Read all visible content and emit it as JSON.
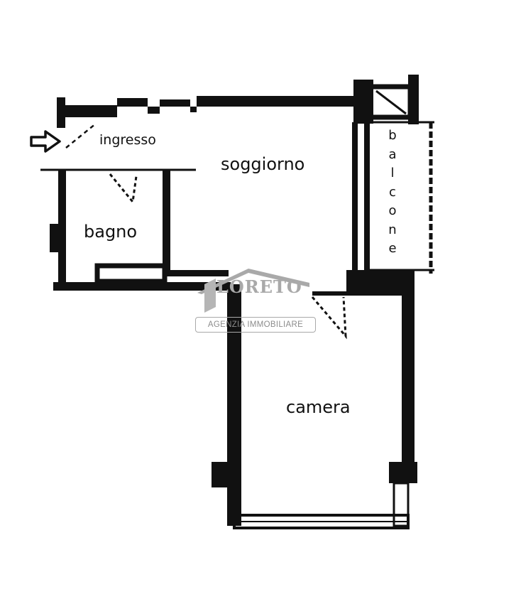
{
  "rooms": {
    "ingresso": "ingresso",
    "soggiorno": "soggiorno",
    "bagno": "bagno",
    "camera": "camera",
    "balcone_letters": [
      "b",
      "a",
      "l",
      "c",
      "o",
      "n",
      "e"
    ]
  },
  "logo": {
    "name": "LORETO",
    "subtitle": "AGENZIA IMMOBILIARE"
  },
  "colors": {
    "wall": "#111111",
    "logo_gray": "#a9a9a9"
  },
  "icons": {
    "entrance": "arrow-right-icon"
  }
}
